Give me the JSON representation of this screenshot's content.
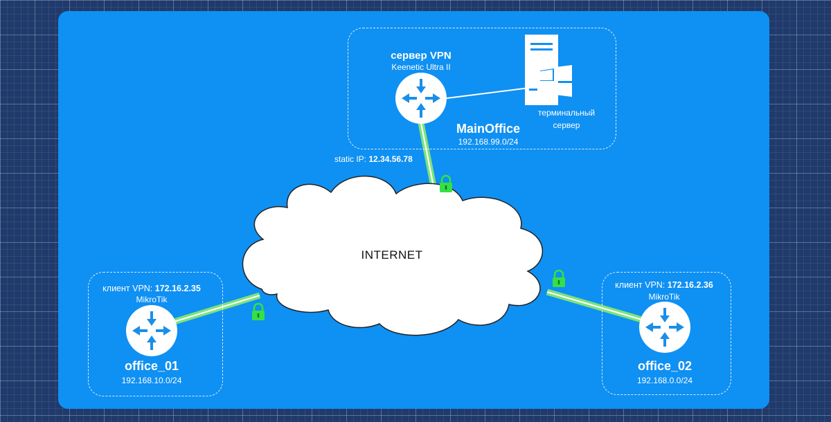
{
  "colors": {
    "background": "#1f3a6b",
    "panel": "#0f90f3",
    "tunnel": "#7be37b",
    "lock": "#35e045",
    "router_arrows": "#1a8fe8",
    "cloud_fill": "#ffffff"
  },
  "main_office": {
    "role_label": "сервер VPN",
    "model": "Keenetic Ultra II",
    "name": "MainOffice",
    "network": "192.168.99.0/24",
    "static_ip_label": "static IP:",
    "static_ip_value": "12.34.56.78",
    "server_label_line1": "терминальный",
    "server_label_line2": "сервер",
    "server_icon": "windows-server-icon"
  },
  "internet": {
    "label": "INTERNET"
  },
  "office_01": {
    "role_label": "клиент VPN:",
    "vpn_ip": "172.16.2.35",
    "model": "MikroTik",
    "name": "office_01",
    "network": "192.168.10.0/24"
  },
  "office_02": {
    "role_label": "клиент VPN:",
    "vpn_ip": "172.16.2.36",
    "model": "MikroTik",
    "name": "office_02",
    "network": "192.168.0.0/24"
  },
  "icons": {
    "router": "router-icon",
    "lock": "lock-icon",
    "cloud": "cloud-icon"
  }
}
